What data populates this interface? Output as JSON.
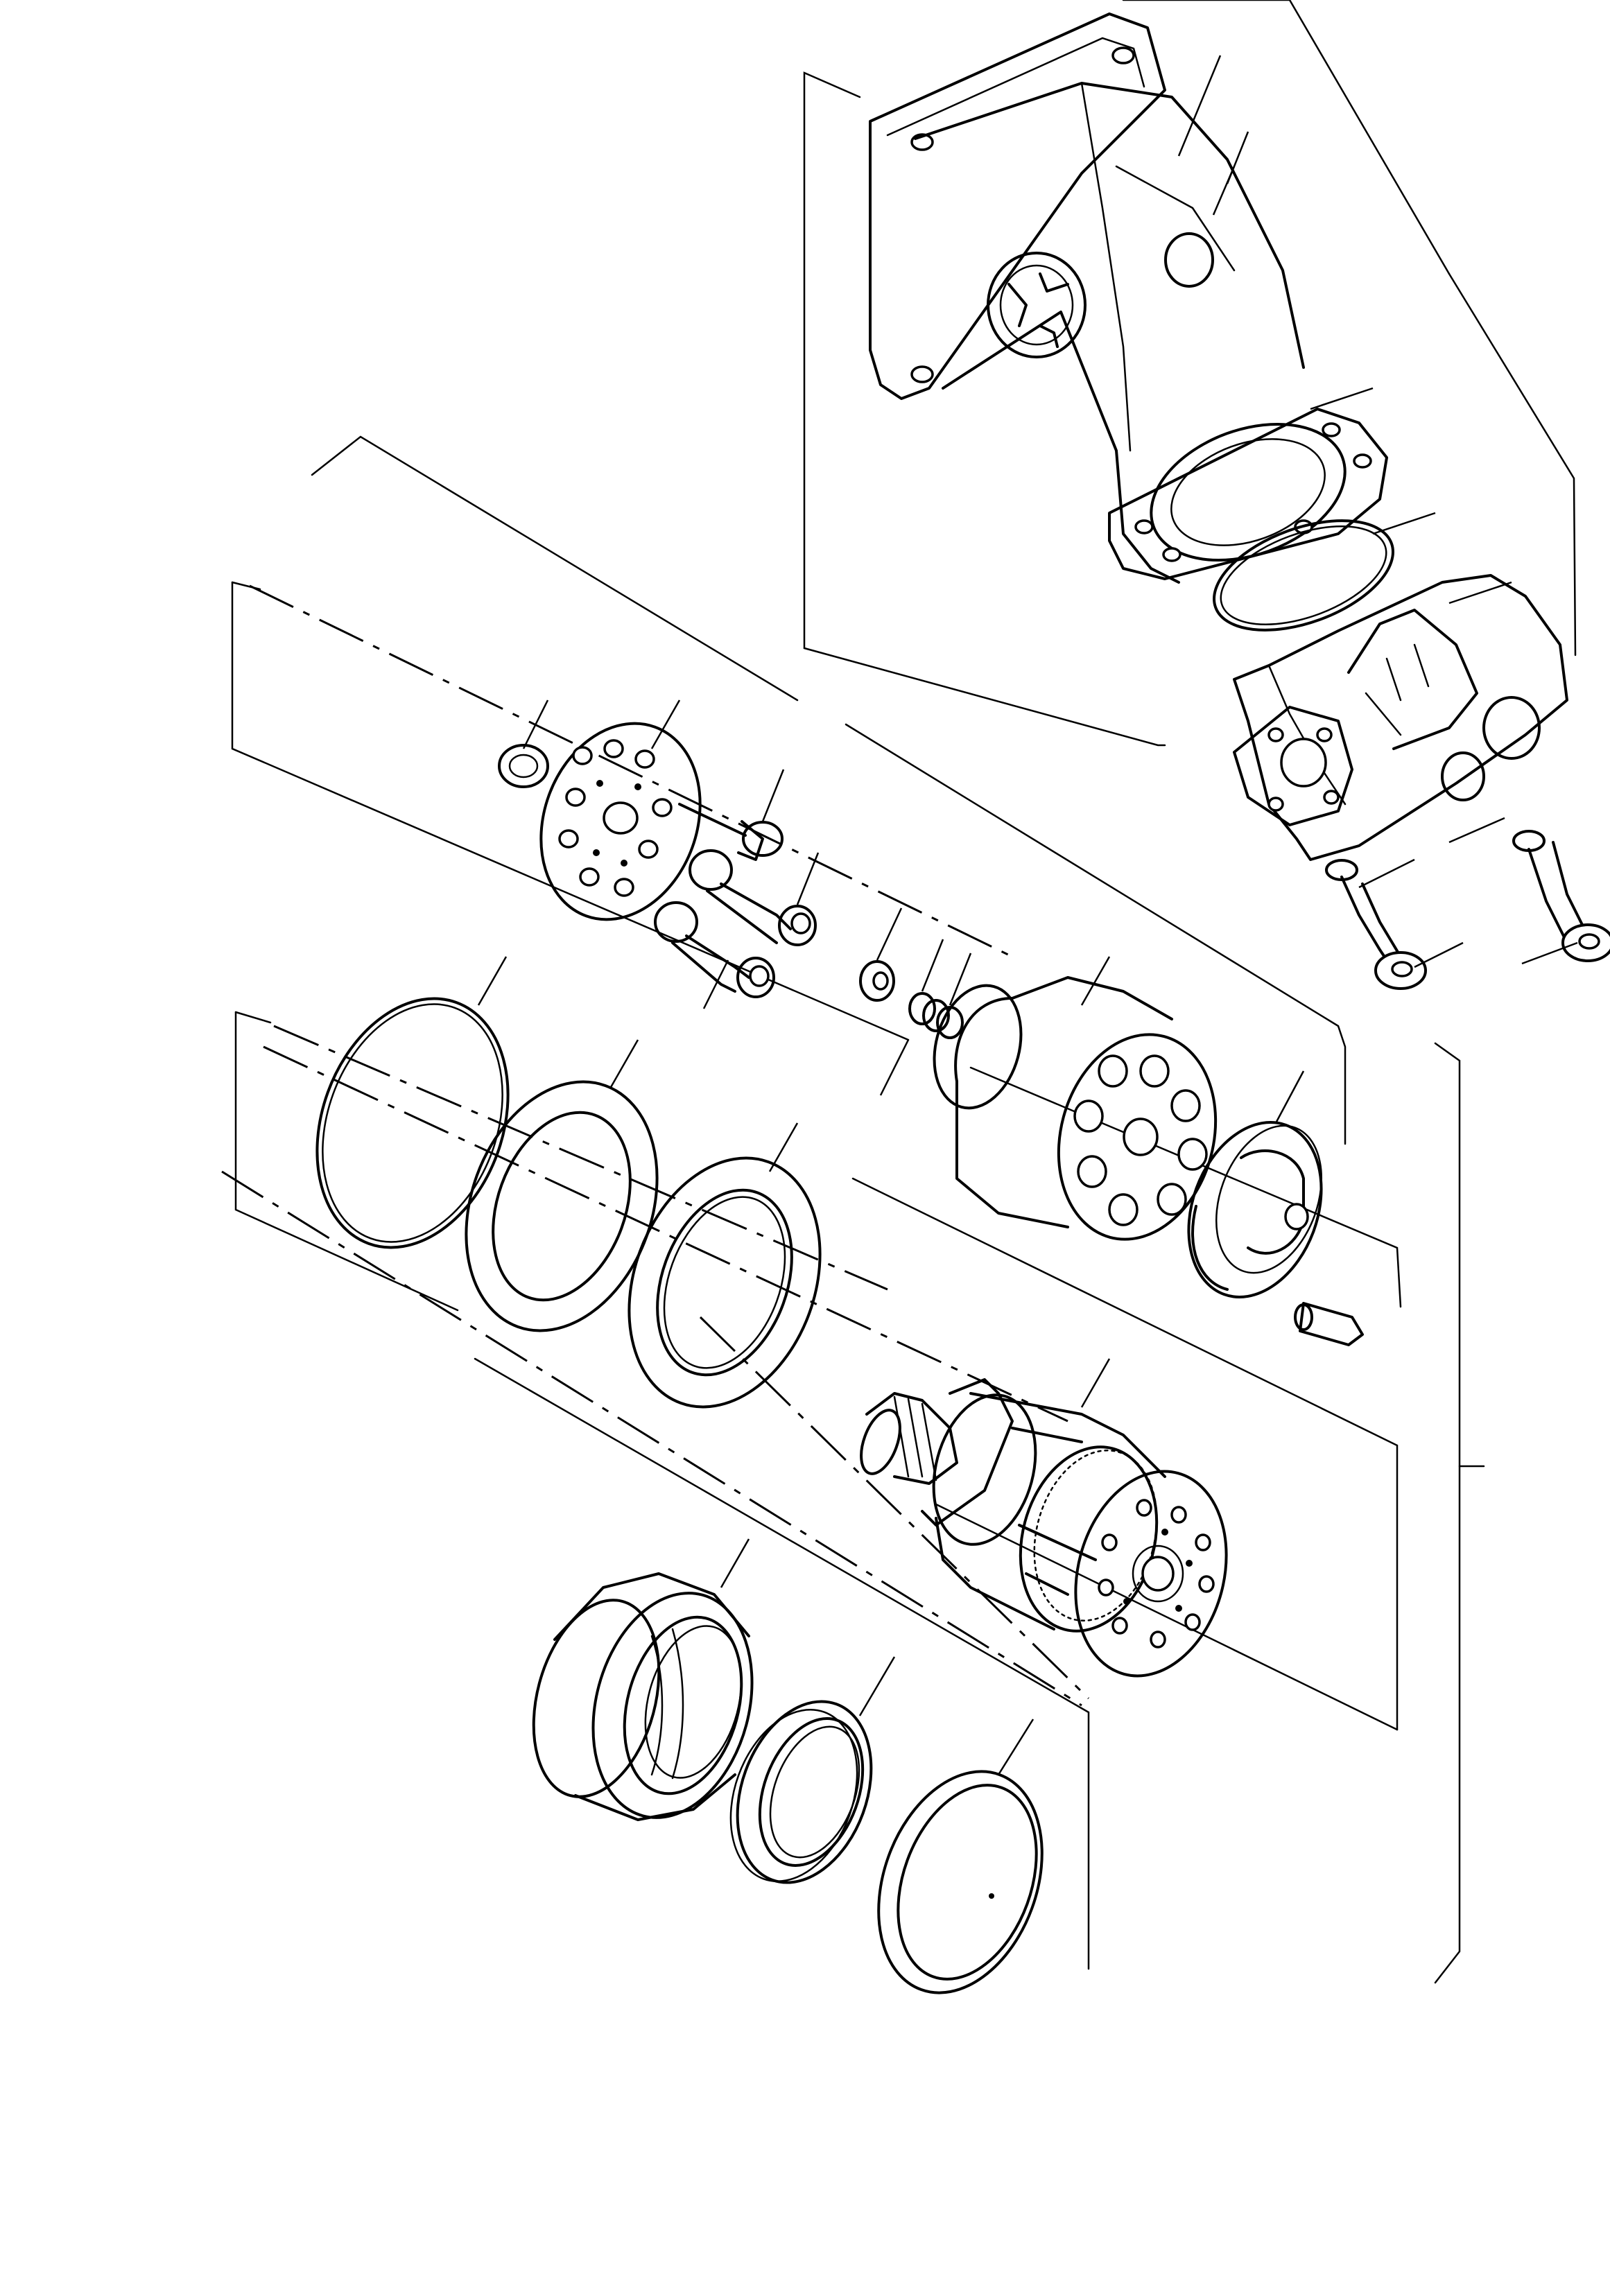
{
  "diagram": {
    "kind": "exploded-parts-view",
    "palette": {
      "line": "#000000",
      "background": "#ffffff"
    },
    "groups": [
      {
        "id": "housing-group",
        "parts": [
          "motor-housing",
          "housing-o-ring",
          "port-cover",
          "cover-screws",
          "cover-washers"
        ]
      },
      {
        "id": "rotating-group",
        "parts": [
          "valve-plate",
          "locating-pin",
          "centering-screw",
          "piston-rods",
          "cylinder-block",
          "spring-washers",
          "control-lens",
          "lens-pin"
        ]
      },
      {
        "id": "shim-group",
        "parts": [
          "o-ring",
          "shim-1",
          "shim-2"
        ]
      },
      {
        "id": "shaft-group",
        "parts": [
          "drive-shaft-assembly"
        ]
      },
      {
        "id": "seal-group",
        "parts": [
          "seal-carrier",
          "shaft-seal",
          "snap-ring"
        ]
      }
    ]
  }
}
